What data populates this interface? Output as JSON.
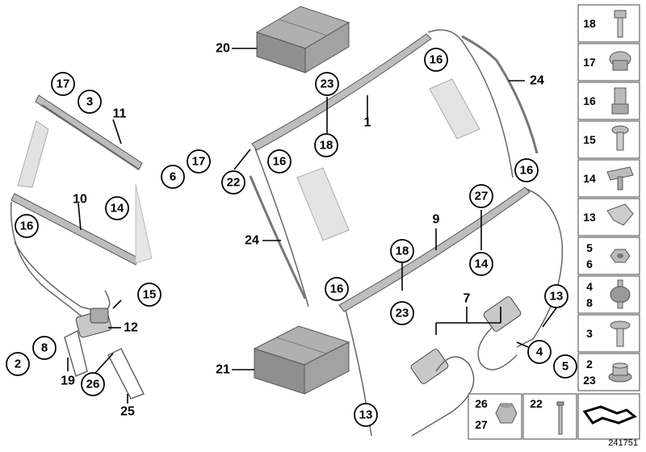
{
  "diagram_number": "241751",
  "labels": {
    "n1": "1",
    "n3": "3",
    "n6": "6",
    "n7": "7",
    "n8": "8",
    "n9": "9",
    "n10": "10",
    "n11": "11",
    "n12": "12",
    "n13a": "13",
    "n13b": "13",
    "n14a": "14",
    "n14b": "14",
    "n15": "15",
    "n16a": "16",
    "n16b": "16",
    "n16c": "16",
    "n16d": "16",
    "n16e": "16",
    "n17a": "17",
    "n17b": "17",
    "n18a": "18",
    "n18b": "18",
    "n19": "19",
    "n20": "20",
    "n21": "21",
    "n22": "22",
    "n23a": "23",
    "n23b": "23",
    "n24a": "24",
    "n24b": "24",
    "n25": "25",
    "n26": "26",
    "n27": "27",
    "n2": "2",
    "n4": "4",
    "n5": "5"
  },
  "parts_panel": {
    "rows": [
      {
        "num_top": "18",
        "num_bottom": "",
        "icon": "bolt-icon"
      },
      {
        "num_top": "17",
        "num_bottom": "",
        "icon": "plug-icon"
      },
      {
        "num_top": "16",
        "num_bottom": "",
        "icon": "grommet-icon"
      },
      {
        "num_top": "15",
        "num_bottom": "",
        "icon": "screw-icon"
      },
      {
        "num_top": "14",
        "num_bottom": "",
        "icon": "clip-icon"
      },
      {
        "num_top": "13",
        "num_bottom": "",
        "icon": "bracket-clip-icon"
      },
      {
        "num_top": "5",
        "num_bottom": "6",
        "icon": "nut-icon"
      },
      {
        "num_top": "4",
        "num_bottom": "8",
        "icon": "rubber-mount-icon"
      },
      {
        "num_top": "3",
        "num_bottom": "",
        "icon": "washer-screw-icon"
      },
      {
        "num_top": "2",
        "num_bottom": "23",
        "icon": "flange-nut-icon"
      }
    ],
    "bottom": {
      "cell1_top": "26",
      "cell1_bottom": "27",
      "cell1_icon": "hex-nut-icon",
      "cell2_top": "22",
      "cell2_icon": "pin-icon",
      "cell3_icon": "arrow-icon"
    }
  }
}
